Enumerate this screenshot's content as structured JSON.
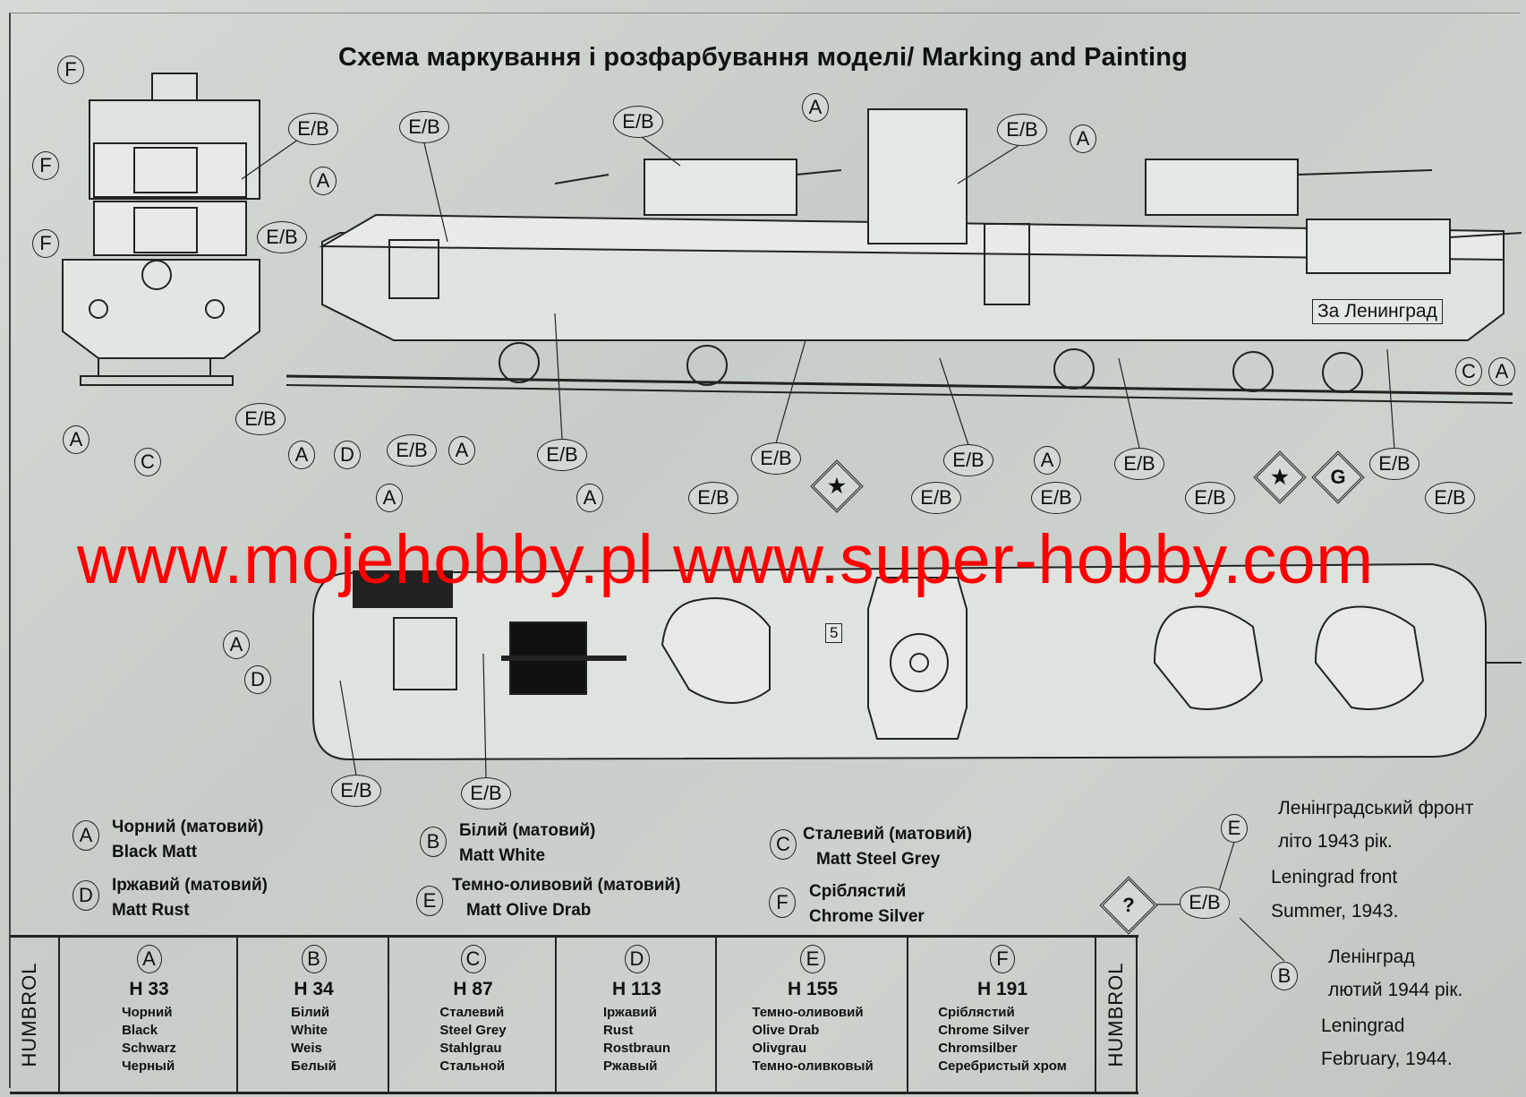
{
  "title": "Схема маркування і розфарбування моделі/ Marking and Painting",
  "watermark": "www.mojehobby.pl www.super-hobby.com",
  "callouts": {
    "front": [
      "F",
      "F",
      "F",
      "E/B",
      "E/B",
      "A",
      "A",
      "C",
      "E/B"
    ],
    "side": [
      "E/B",
      "E/B",
      "A",
      "E/B",
      "A",
      "A",
      "D",
      "E/B",
      "A",
      "E/B",
      "E/B",
      "E/B",
      "A",
      "E/B",
      "C",
      "A",
      "E/B"
    ],
    "top": [
      "A",
      "A",
      "E/B",
      "E/B",
      "E/B",
      "E/B",
      "E/B",
      "A",
      "D",
      "E/B",
      "E/B"
    ]
  },
  "markings": {
    "side_slogan": "За Ленинград",
    "star_marking": "★",
    "marking_2": "★",
    "marking_3": "G",
    "number_plate": "5"
  },
  "legend": [
    {
      "key": "A",
      "ua": "Чорний (матовий)",
      "en": "Black Matt"
    },
    {
      "key": "B",
      "ua": "Білий (матовий)",
      "en": "Matt White"
    },
    {
      "key": "C",
      "ua": "Сталевий (матовий)",
      "en": "Matt Steel Grey"
    },
    {
      "key": "D",
      "ua": "Іржавий (матовий)",
      "en": "Matt Rust"
    },
    {
      "key": "E",
      "ua": "Темно-оливовий (матовий)",
      "en": "Matt Olive Drab"
    },
    {
      "key": "F",
      "ua": "Сріблястий",
      "en": "Chrome Silver"
    }
  ],
  "humbrol_label": "HUMBROL",
  "paints": [
    {
      "key": "A",
      "code": "H 33",
      "names": [
        "Чорний",
        "Black",
        "Schwarz",
        "Черный"
      ]
    },
    {
      "key": "B",
      "code": "H 34",
      "names": [
        "Білий",
        "White",
        "Weis",
        "Белый"
      ]
    },
    {
      "key": "C",
      "code": "H 87",
      "names": [
        "Сталевий",
        "Steel Grey",
        "Stahlgrau",
        "Стальной"
      ]
    },
    {
      "key": "D",
      "code": "H 113",
      "names": [
        "Іржавий",
        "Rust",
        "Rostbraun",
        "Ржавый"
      ]
    },
    {
      "key": "E",
      "code": "H 155",
      "names": [
        "Темно-оливовий",
        "Olive Drab",
        "Olivgrau",
        "Темно-оливковый"
      ]
    },
    {
      "key": "F",
      "code": "H 191",
      "names": [
        "Сріблястий",
        "Chrome Silver",
        "Chromsilber",
        "Серебристый хром"
      ]
    }
  ],
  "schemes": {
    "question": "?",
    "eb": "E/B",
    "e": "E",
    "b": "B",
    "e_text": [
      "Ленінградський фронт",
      "літо 1943 рік.",
      "Leningrad front",
      "Summer, 1943."
    ],
    "b_text": [
      "Ленінград",
      "лютий 1944 рік.",
      "Leningrad",
      "February, 1944."
    ]
  }
}
